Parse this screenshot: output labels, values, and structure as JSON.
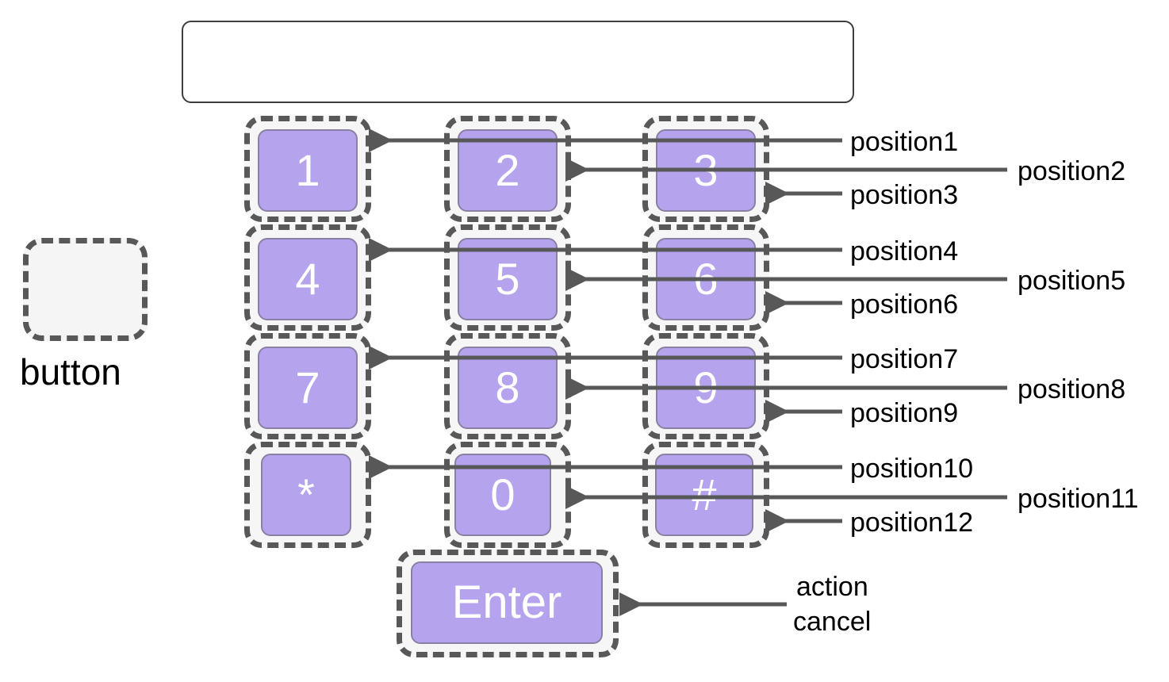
{
  "legend": {
    "label": "button"
  },
  "keys": [
    {
      "id": "k1",
      "label": "1"
    },
    {
      "id": "k2",
      "label": "2"
    },
    {
      "id": "k3",
      "label": "3"
    },
    {
      "id": "k4",
      "label": "4"
    },
    {
      "id": "k5",
      "label": "5"
    },
    {
      "id": "k6",
      "label": "6"
    },
    {
      "id": "k7",
      "label": "7"
    },
    {
      "id": "k8",
      "label": "8"
    },
    {
      "id": "k9",
      "label": "9"
    },
    {
      "id": "k10",
      "label": "*"
    },
    {
      "id": "k11",
      "label": "0"
    },
    {
      "id": "k12",
      "label": "#"
    },
    {
      "id": "enter",
      "label": "Enter"
    }
  ],
  "positions": [
    "position1",
    "position2",
    "position3",
    "position4",
    "position5",
    "position6",
    "position7",
    "position8",
    "position9",
    "position10",
    "position11",
    "position12"
  ],
  "action": {
    "line1": "action",
    "line2": "cancel"
  },
  "colors": {
    "key_fill": "#b6a3ee",
    "dash": "#585858",
    "arrow": "#585858"
  }
}
